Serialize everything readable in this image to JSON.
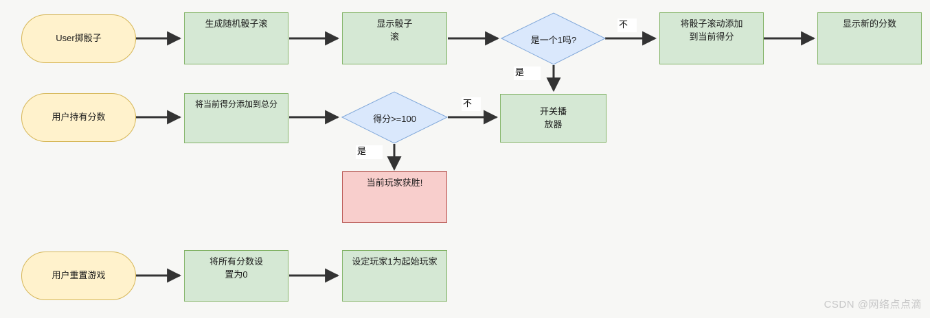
{
  "diagram": {
    "title": "Dice game flowchart",
    "colors": {
      "background": "#f7f7f5",
      "process_fill": "#d5e8d4",
      "process_stroke": "#82b366",
      "terminator_fill": "#fff2cc",
      "terminator_stroke": "#d6b656",
      "decision_fill": "#dae8fc",
      "decision_stroke": "#7ea6d9",
      "result_fill": "#f8cecc",
      "result_stroke": "#b85450",
      "edge_color": "#333333",
      "text_color": "#1a1a1a",
      "watermark_color": "#c8c8c8"
    },
    "nodes": [
      {
        "id": "n1",
        "type": "terminator",
        "label": "User掷骰子"
      },
      {
        "id": "n2",
        "type": "process",
        "label": "生成随机骰子滚"
      },
      {
        "id": "n3",
        "type": "process",
        "label": "显示骰子\n滚"
      },
      {
        "id": "n4",
        "type": "decision",
        "label": "是一个1吗?"
      },
      {
        "id": "n5",
        "type": "process",
        "label": "将骰子滚动添加\n到当前得分"
      },
      {
        "id": "n6",
        "type": "process",
        "label": "显示新的分数"
      },
      {
        "id": "n7",
        "type": "terminator",
        "label": "用户持有分数"
      },
      {
        "id": "n8",
        "type": "process",
        "label": "将当前得分添加到总分"
      },
      {
        "id": "n9",
        "type": "decision",
        "label": "得分>=100"
      },
      {
        "id": "n10",
        "type": "process",
        "label": "开关播\n放器"
      },
      {
        "id": "n11",
        "type": "result",
        "label": "当前玩家获胜!"
      },
      {
        "id": "n12",
        "type": "terminator",
        "label": "用户重置游戏"
      },
      {
        "id": "n13",
        "type": "process",
        "label": "将所有分数设\n置为0"
      },
      {
        "id": "n14",
        "type": "process",
        "label": "设定玩家1为起始玩家"
      }
    ],
    "edge_labels": [
      {
        "id": "e1",
        "text": "不"
      },
      {
        "id": "e2",
        "text": "是"
      },
      {
        "id": "e3",
        "text": "不"
      },
      {
        "id": "e4",
        "text": "是"
      }
    ],
    "watermark": "CSDN @网络点点滴"
  }
}
